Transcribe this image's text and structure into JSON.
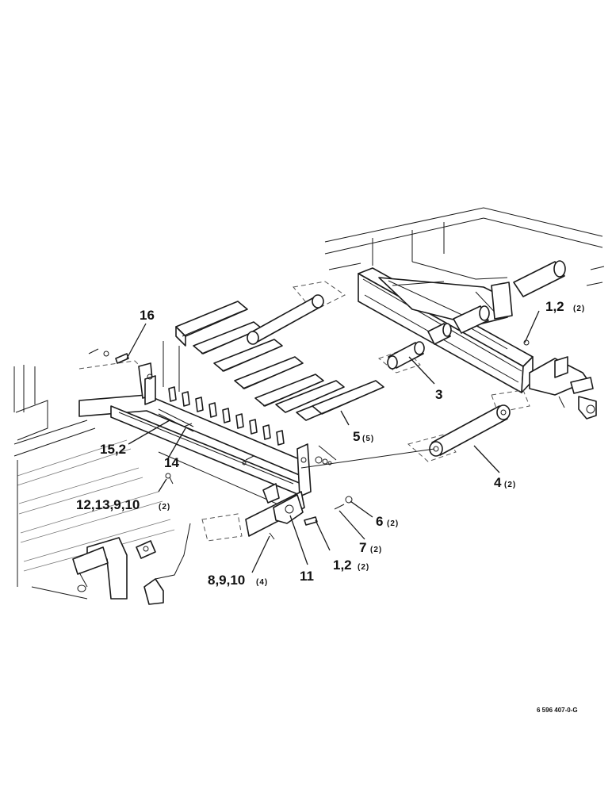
{
  "callouts": {
    "c16": {
      "text": "16",
      "qty": ""
    },
    "c1_2_top": {
      "text": "1,2",
      "qty": "(2)"
    },
    "c3": {
      "text": "3",
      "qty": ""
    },
    "c15_2": {
      "text": "15,2",
      "qty": ""
    },
    "c14": {
      "text": "14",
      "qty": ""
    },
    "c5": {
      "text": "5",
      "qty": "(5)"
    },
    "c4": {
      "text": "4",
      "qty": "(2)"
    },
    "c12": {
      "text": "12,13,9,10",
      "qty": "(2)"
    },
    "c6": {
      "text": "6",
      "qty": "(2)"
    },
    "c7": {
      "text": "7",
      "qty": "(2)"
    },
    "c1_2_bottom": {
      "text": "1,2",
      "qty": "(2)"
    },
    "c8": {
      "text": "8,9,10",
      "qty": "(4)"
    },
    "c11": {
      "text": "11",
      "qty": ""
    }
  },
  "drawing_number": "6 596 407-0-G"
}
